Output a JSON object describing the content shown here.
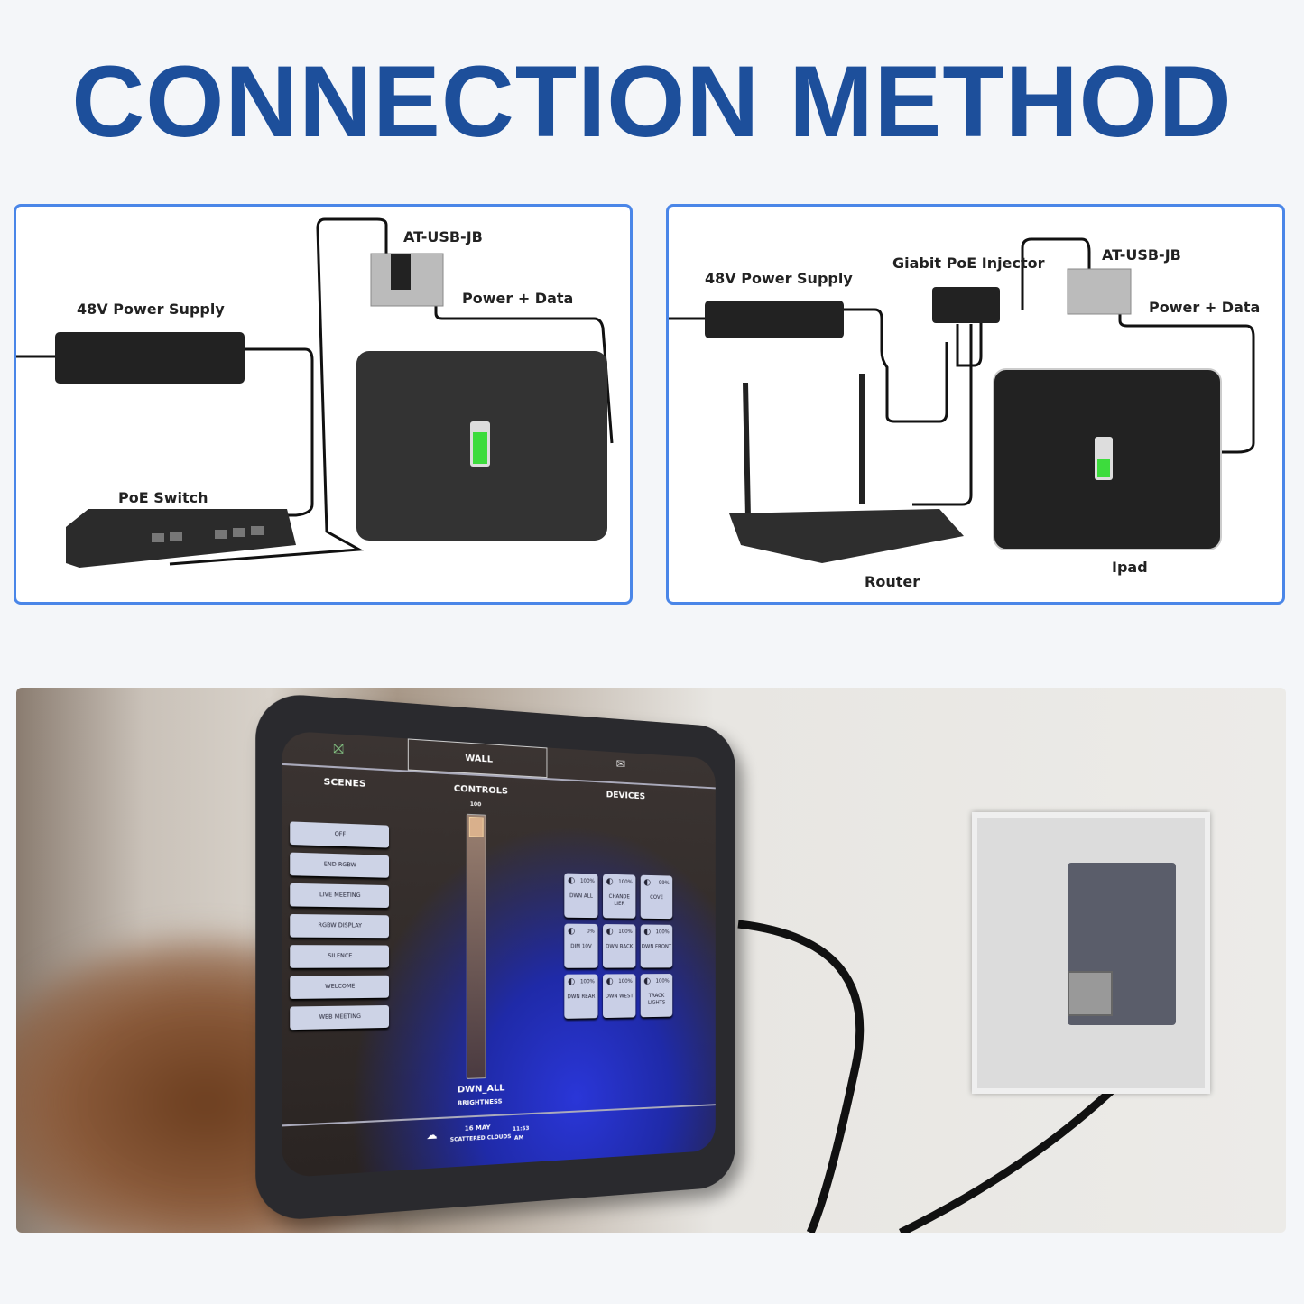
{
  "title": "CONNECTION METHOD",
  "diagram_left": {
    "labels": {
      "junction": "AT-USB-JB",
      "power_data": "Power + Data",
      "power_supply": "48V Power Supply",
      "switch": "PoE Switch"
    }
  },
  "diagram_right": {
    "labels": {
      "power_supply": "48V Power Supply",
      "injector": "Giabit PoE Injector",
      "junction": "AT-USB-JB",
      "power_data": "Power + Data",
      "router": "Router",
      "ipad": "Ipad"
    }
  },
  "tablet_screen": {
    "tab": "WALL",
    "scenes_header": "SCENES",
    "controls_header": "CONTROLS",
    "devices_header": "DEVICES",
    "scenes": [
      "OFF",
      "END RGBW",
      "LIVE MEETING",
      "RGBW DISPLAY",
      "SILENCE",
      "WELCOME",
      "WEB MEETING"
    ],
    "slider_max": "100",
    "slider_value": 100,
    "slider_name": "DWN_ALL",
    "slider_caption": "BRIGHTNESS",
    "devices": [
      {
        "name": "DWN ALL",
        "pct": "100%"
      },
      {
        "name": "CHANDE LIER",
        "pct": "100%"
      },
      {
        "name": "COVE",
        "pct": "99%"
      },
      {
        "name": "DIM 10V",
        "pct": "0%"
      },
      {
        "name": "DWN BACK",
        "pct": "100%"
      },
      {
        "name": "DWN FRONT",
        "pct": "100%"
      },
      {
        "name": "DWN REAR",
        "pct": "100%"
      },
      {
        "name": "DWN WEST",
        "pct": "100%"
      },
      {
        "name": "TRACK LIGHTS",
        "pct": "100%"
      }
    ],
    "date": "16 MAY",
    "weather": "SCATTERED CLOUDS",
    "time": "11:53",
    "ampm": "AM"
  }
}
